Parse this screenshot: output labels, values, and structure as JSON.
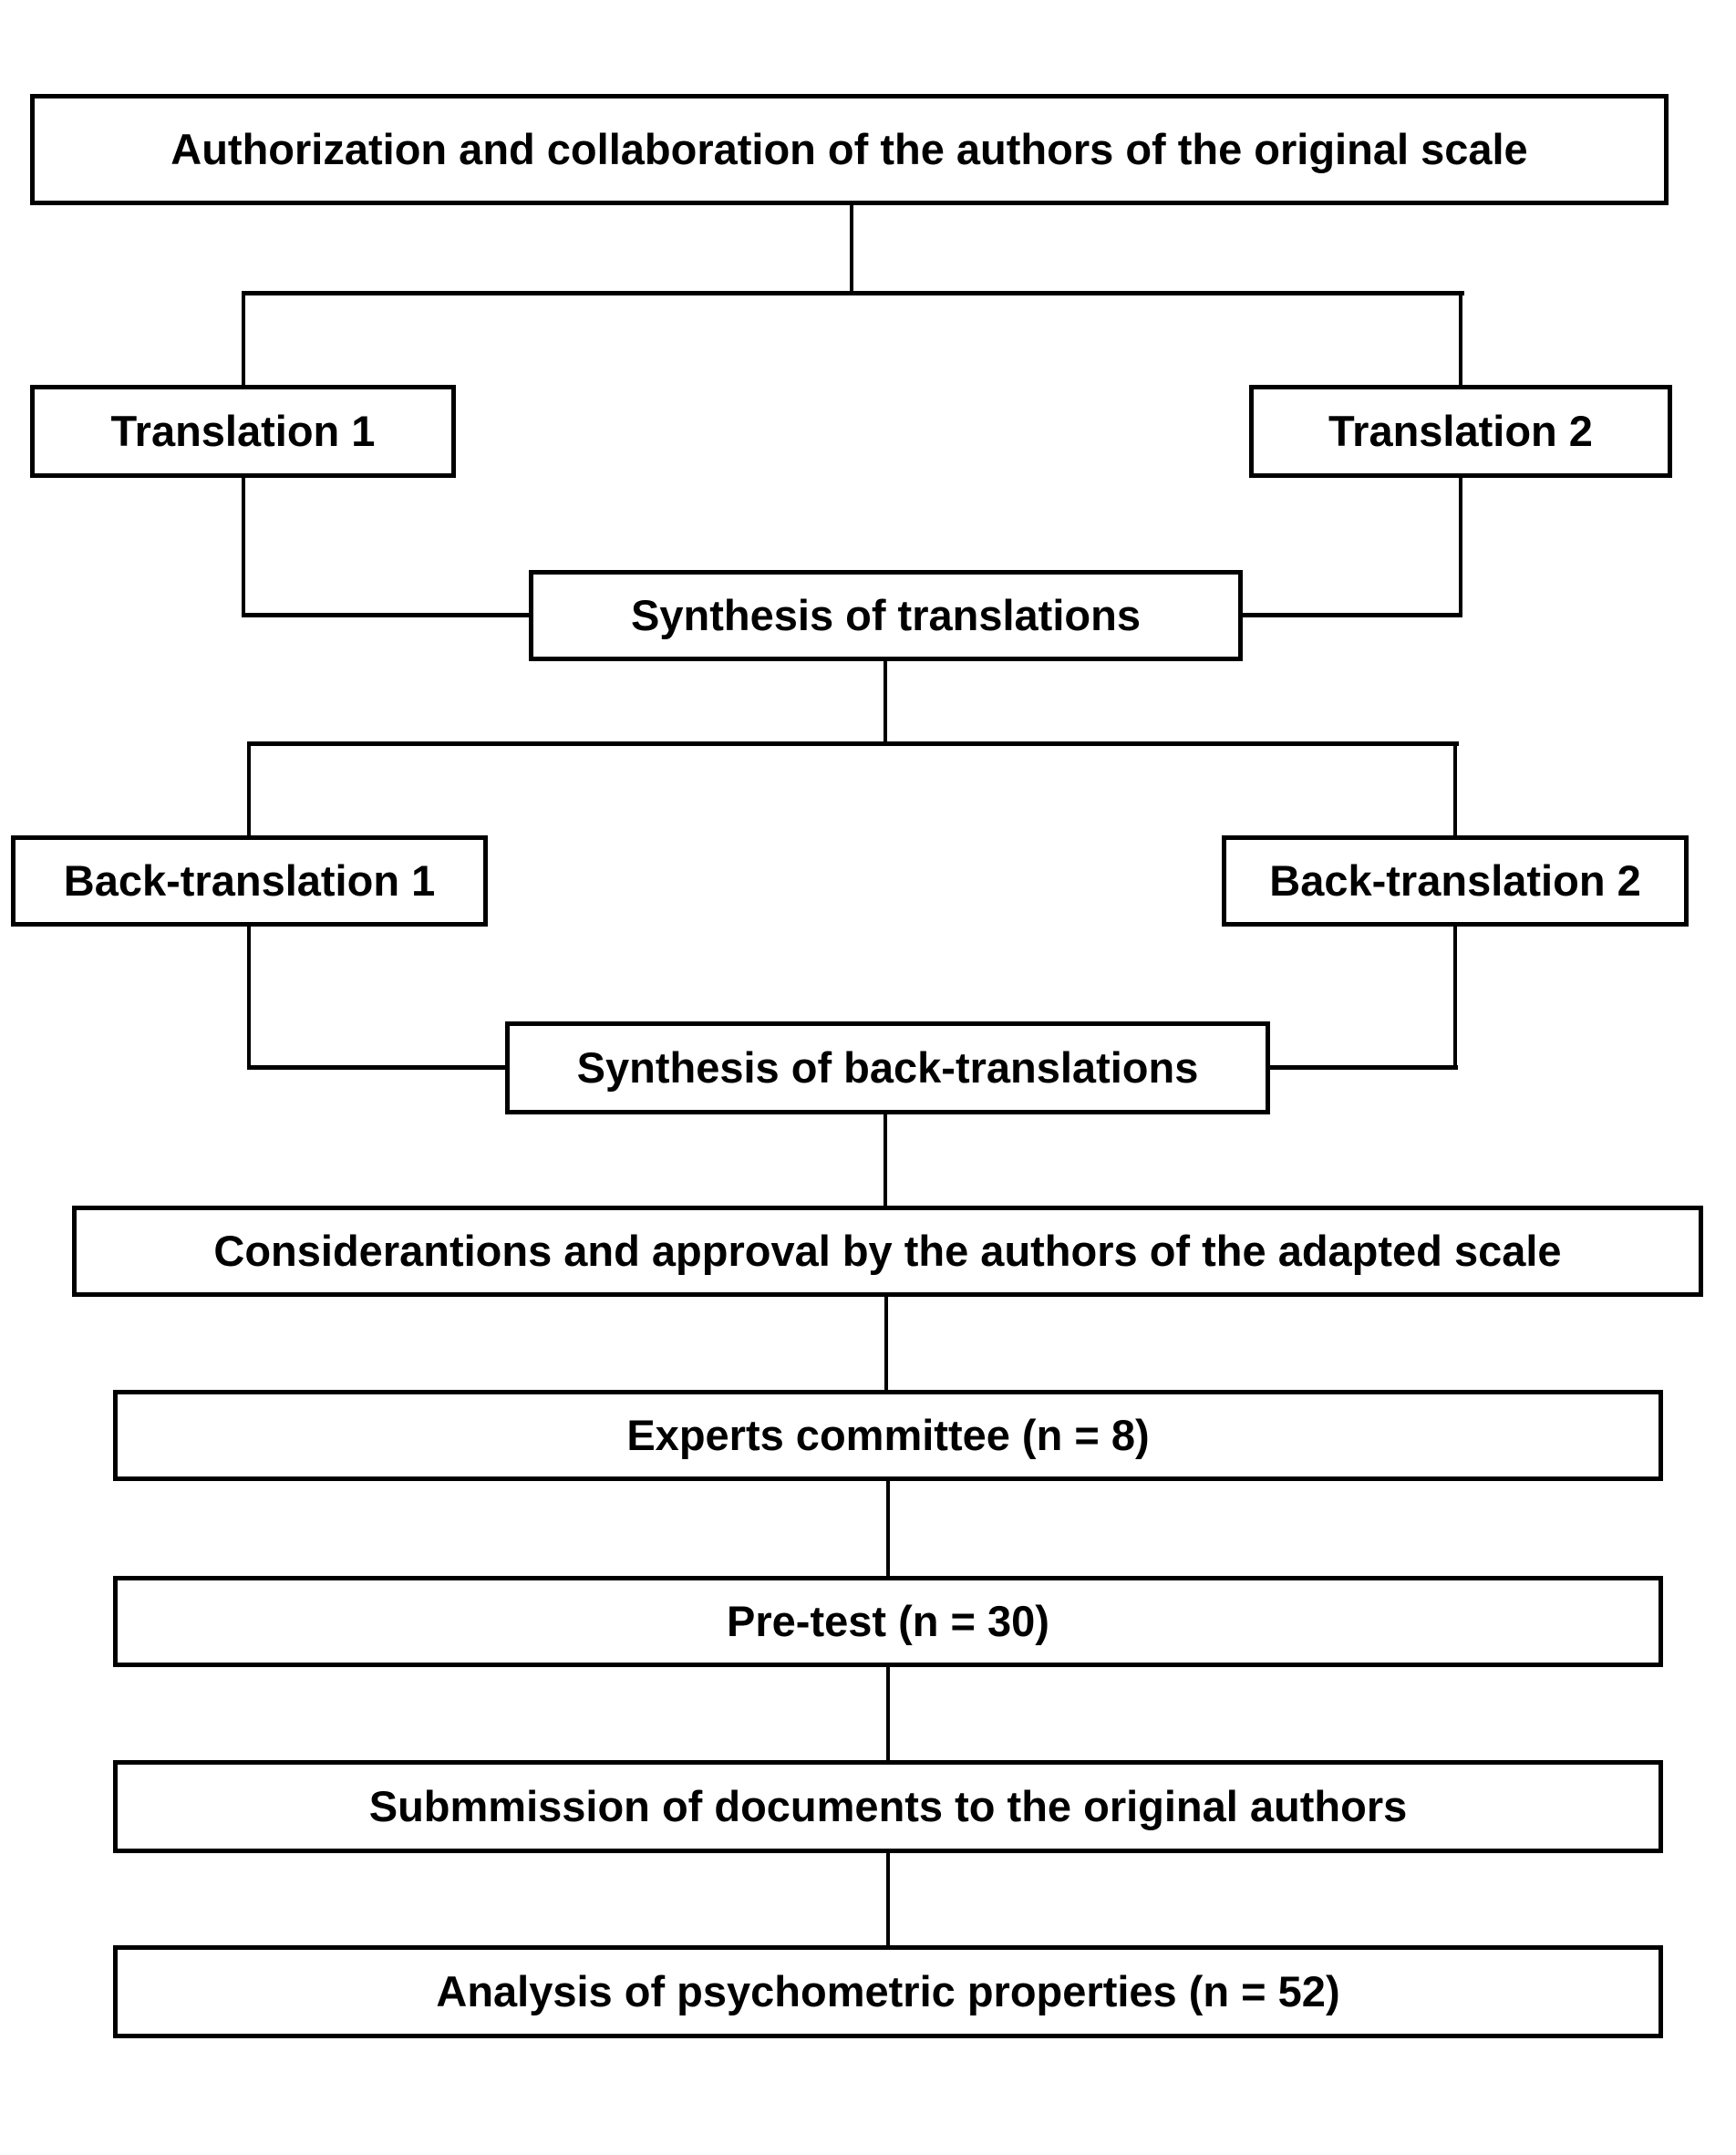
{
  "figure": {
    "type": "flowchart",
    "colors": {
      "background": "#ffffff",
      "box_border": "#000000",
      "text": "#000000",
      "connector": "#000000"
    },
    "nodes": {
      "authorization": "Authorization and collaboration of the authors of the original scale",
      "translation1": "Translation 1",
      "translation2": "Translation 2",
      "synthesis_translations": "Synthesis of translations",
      "back_translation1": "Back-translation 1",
      "back_translation2": "Back-translation 2",
      "synthesis_back_translations": "Synthesis of back-translations",
      "considerations": "Considerantions and approval by the authors of the adapted scale",
      "experts_committee": "Experts committee (n = 8)",
      "pretest": "Pre-test (n = 30)",
      "submission": "Submmission of documents to the original authors",
      "analysis": "Analysis of psychometric properties (n = 52)"
    },
    "edges": [
      {
        "from": "authorization",
        "to": "translation1"
      },
      {
        "from": "authorization",
        "to": "translation2"
      },
      {
        "from": "translation1",
        "to": "synthesis_translations"
      },
      {
        "from": "translation2",
        "to": "synthesis_translations"
      },
      {
        "from": "synthesis_translations",
        "to": "back_translation1"
      },
      {
        "from": "synthesis_translations",
        "to": "back_translation2"
      },
      {
        "from": "back_translation1",
        "to": "synthesis_back_translations"
      },
      {
        "from": "back_translation2",
        "to": "synthesis_back_translations"
      },
      {
        "from": "synthesis_back_translations",
        "to": "considerations"
      },
      {
        "from": "considerations",
        "to": "experts_committee"
      },
      {
        "from": "experts_committee",
        "to": "pretest"
      },
      {
        "from": "pretest",
        "to": "submission"
      },
      {
        "from": "submission",
        "to": "analysis"
      }
    ]
  }
}
